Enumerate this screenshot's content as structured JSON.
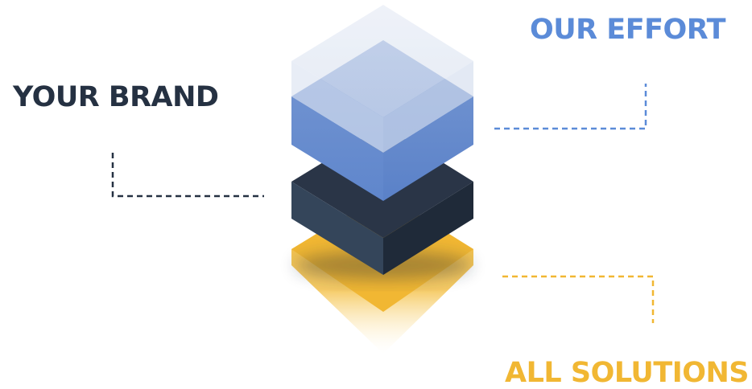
{
  "labels": {
    "your_brand": "YOUR BRAND",
    "our_effort": "OUR EFFORT",
    "all_solutions": "ALL SOLUTIONS"
  },
  "colors": {
    "brand": "#253142",
    "effort": "#5b8bd8",
    "solutions": "#f1b733"
  }
}
